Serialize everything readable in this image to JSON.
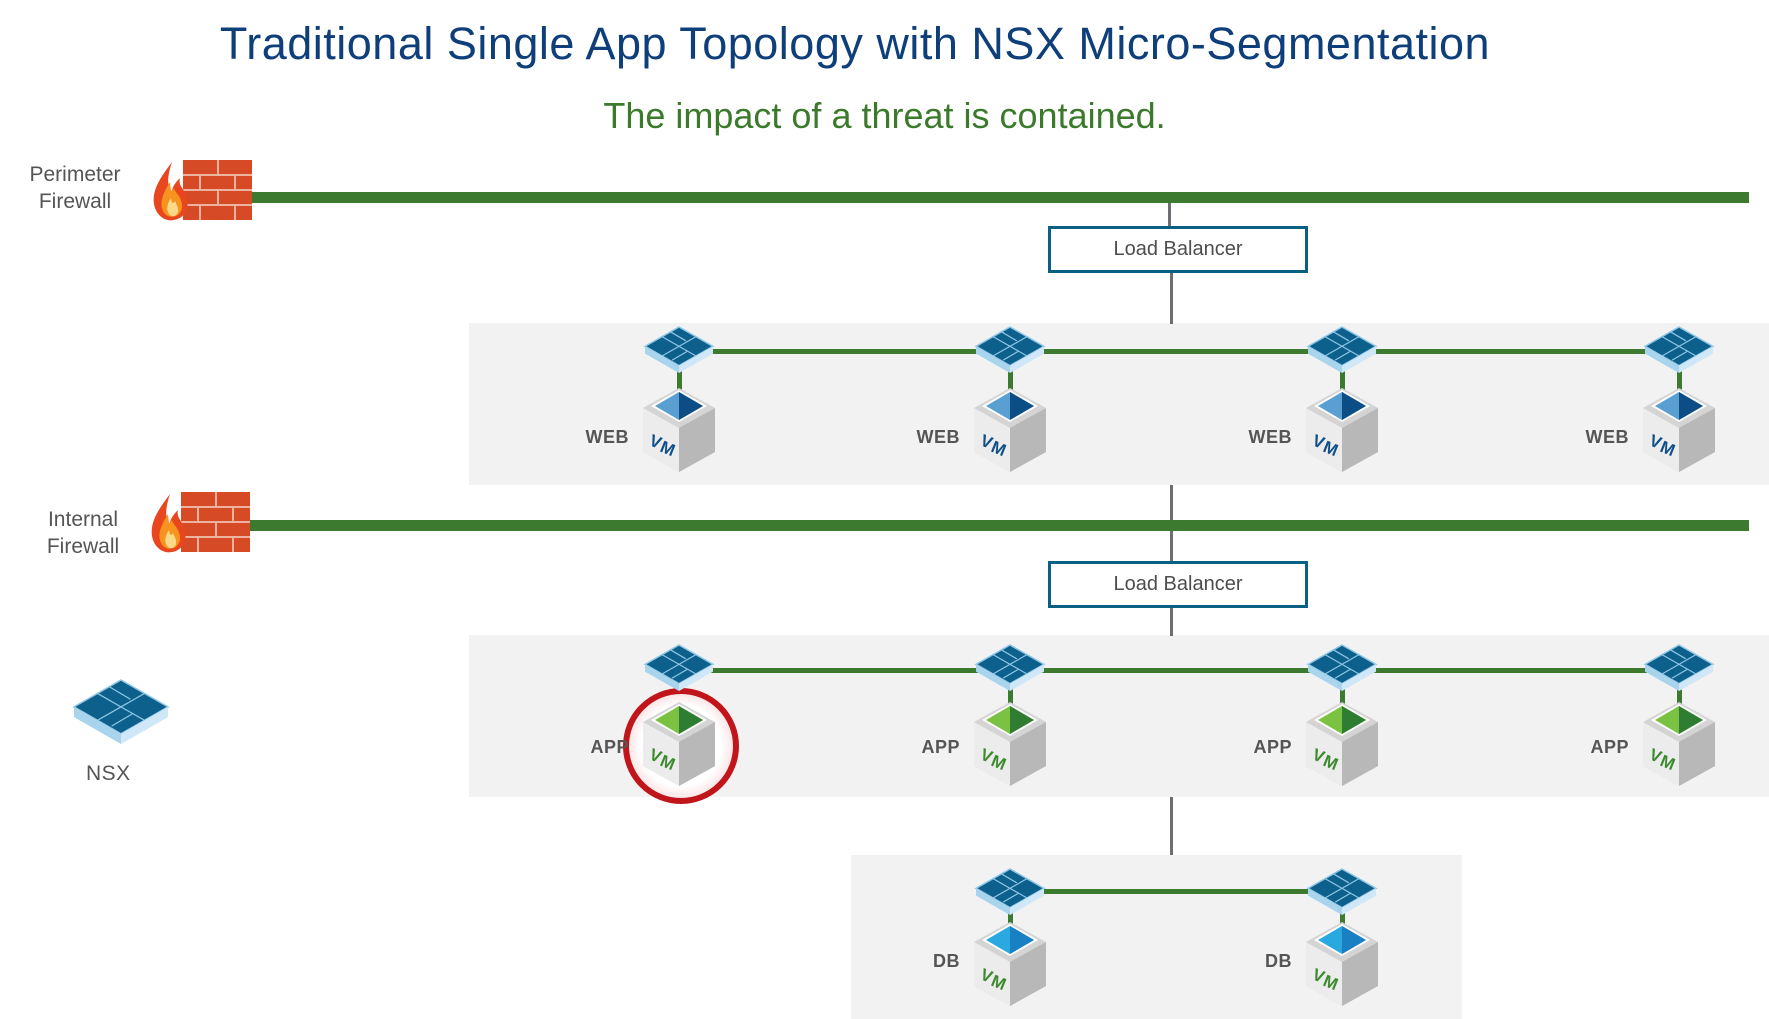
{
  "title": "Traditional Single App Topology with NSX Micro-Segmentation",
  "subtitle": "The impact of a threat is contained.",
  "firewalls": {
    "perimeter": {
      "label_line1": "Perimeter",
      "label_line2": "Firewall",
      "icon": "firewall-icon"
    },
    "internal": {
      "label_line1": "Internal",
      "label_line2": "Firewall",
      "icon": "firewall-icon"
    }
  },
  "load_balancers": [
    {
      "label": "Load Balancer"
    },
    {
      "label": "Load Balancer"
    }
  ],
  "legend": {
    "nsx_label": "NSX",
    "icon": "nsx-switch-icon"
  },
  "tiers": {
    "web": {
      "nodes": [
        {
          "label": "WEB"
        },
        {
          "label": "WEB"
        },
        {
          "label": "WEB"
        },
        {
          "label": "WEB"
        }
      ],
      "accent": "#0b5a8e"
    },
    "app": {
      "nodes": [
        {
          "label": "APP",
          "compromised": true
        },
        {
          "label": "APP"
        },
        {
          "label": "APP"
        },
        {
          "label": "APP"
        }
      ],
      "accent": "#5aa532"
    },
    "db": {
      "nodes": [
        {
          "label": "DB"
        },
        {
          "label": "DB"
        }
      ],
      "accent": "#1a9ad6"
    }
  },
  "colors": {
    "title": "#0e3f7a",
    "subtitle": "#3b7a2a",
    "network_line": "#3b7a2f",
    "load_balancer_border": "#0a5f84",
    "threat_ring": "#c0161b"
  }
}
